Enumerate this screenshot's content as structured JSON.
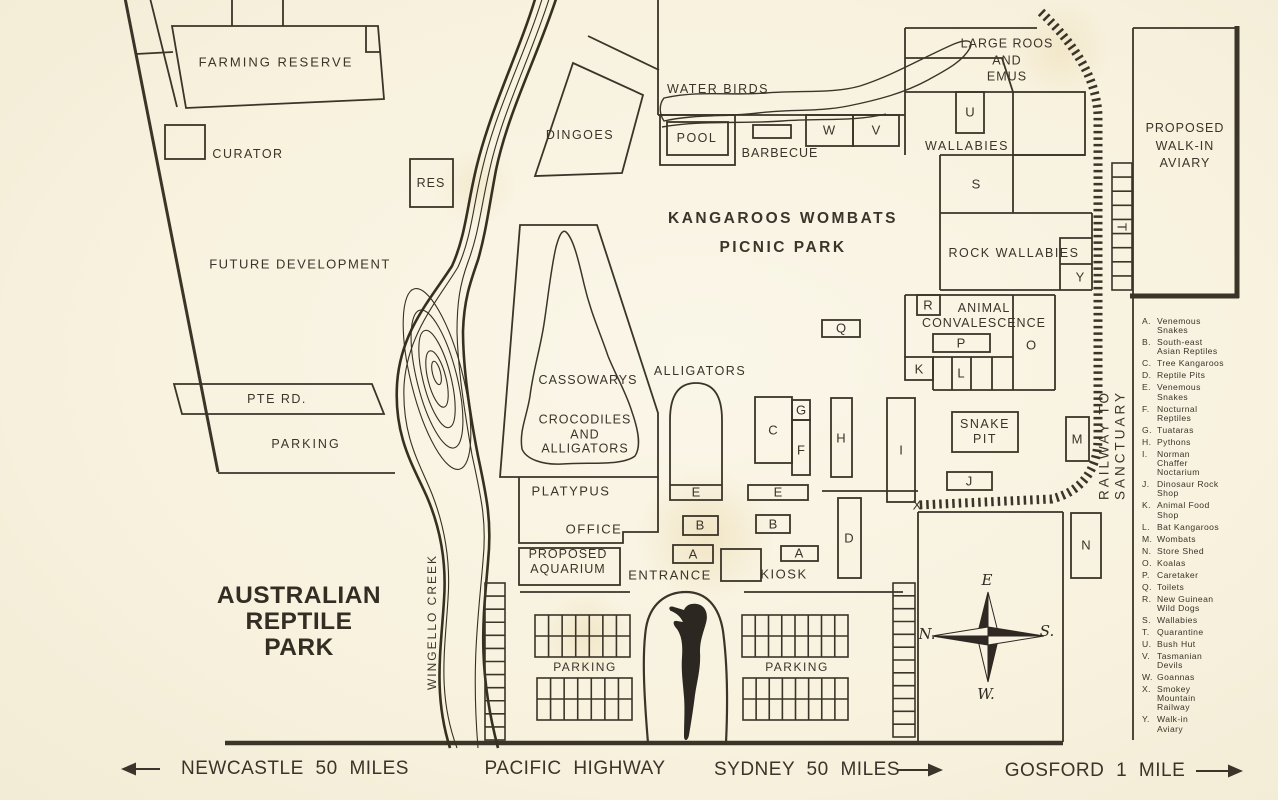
{
  "map_title": "AUSTRALIAN\nREPTILE\nPARK",
  "areas": {
    "farming_reserve": "FARMING RESERVE",
    "curator": "CURATOR",
    "res": "RES",
    "future_development": "FUTURE DEVELOPMENT",
    "pte_rd": "PTE RD.",
    "parking_west": "PARKING",
    "dingoes": "DINGOES",
    "water_birds": "WATER BIRDS",
    "pool": "POOL",
    "barbecue": "BARBECUE",
    "picnic_park_line1": "KANGAROOS WOMBATS",
    "picnic_park_line2": "PICNIC PARK",
    "large_roos_and_emus": "LARGE ROOS\nAND\nEMUS",
    "wallabies": "WALLABIES",
    "rock_wallabies": "ROCK WALLABIES",
    "animal_convalescence": "ANIMAL\nCONVALESCENCE",
    "snake_pit": "SNAKE\nPIT",
    "railway_to_sanctuary": "RAILWAY TO SANCTUARY",
    "proposed_walk_in_aviary": "PROPOSED\nWALK-IN\nAVIARY",
    "alligators": "ALLIGATORS",
    "cassowarys": "CASSOWARYS",
    "crocodiles_and_alligators": "CROCODILES\nAND\nALLIGATORS",
    "platypus": "PLATYPUS",
    "office": "OFFICE",
    "proposed_aquarium": "PROPOSED\nAQUARIUM",
    "entrance": "ENTRANCE",
    "kiosk": "KIOSK",
    "parking_south_west": "PARKING",
    "parking_south_east": "PARKING",
    "wingello_creek": "WINGELLO CREEK"
  },
  "letters": {
    "a": "A",
    "b": "B",
    "c": "C",
    "d": "D",
    "e": "E",
    "f": "F",
    "g": "G",
    "h": "H",
    "i": "I",
    "j": "J",
    "k": "K",
    "l": "L",
    "m": "M",
    "n": "N",
    "o": "O",
    "p": "P",
    "q": "Q",
    "r": "R",
    "s": "S",
    "t": "T",
    "u": "U",
    "v": "V",
    "w": "W",
    "x": "X",
    "y": "Y"
  },
  "legend": {
    "items": [
      {
        "key": "A.",
        "label": "Venemous\nSnakes"
      },
      {
        "key": "B.",
        "label": "South-east\nAsian Reptiles"
      },
      {
        "key": "C.",
        "label": "Tree Kangaroos"
      },
      {
        "key": "D.",
        "label": "Reptile Pits"
      },
      {
        "key": "E.",
        "label": "Venemous\nSnakes"
      },
      {
        "key": "F.",
        "label": "Nocturnal\nReptiles"
      },
      {
        "key": "G.",
        "label": "Tuataras"
      },
      {
        "key": "H.",
        "label": "Pythons"
      },
      {
        "key": "I.",
        "label": "Norman\nChaffer\nNoctarium"
      },
      {
        "key": "J.",
        "label": "Dinosaur Rock\nShop"
      },
      {
        "key": "K.",
        "label": "Animal Food\nShop"
      },
      {
        "key": "L.",
        "label": "Bat Kangaroos"
      },
      {
        "key": "M.",
        "label": "Wombats"
      },
      {
        "key": "N.",
        "label": "Store Shed"
      },
      {
        "key": "O.",
        "label": "Koalas"
      },
      {
        "key": "P.",
        "label": "Caretaker"
      },
      {
        "key": "Q.",
        "label": "Toilets"
      },
      {
        "key": "R.",
        "label": "New Guinean\nWild Dogs"
      },
      {
        "key": "S.",
        "label": "Wallabies"
      },
      {
        "key": "T.",
        "label": "Quarantine"
      },
      {
        "key": "U.",
        "label": "Bush Hut"
      },
      {
        "key": "V.",
        "label": "Tasmanian\nDevils"
      },
      {
        "key": "W.",
        "label": "Goannas"
      },
      {
        "key": "X.",
        "label": "Smokey\nMountain\nRailway"
      },
      {
        "key": "Y.",
        "label": "Walk-in\nAviary"
      }
    ]
  },
  "compass": {
    "e": "E",
    "n": "N.",
    "s": "S.",
    "w": "W."
  },
  "highway": {
    "newcastle": "NEWCASTLE 50 MILES",
    "pacific_highway": "PACIFIC HIGHWAY",
    "sydney": "SYDNEY 50 MILES",
    "gosford": "GOSFORD 1 MILE"
  },
  "colors": {
    "paper": "#f8f3e2",
    "ink": "#3b3529"
  }
}
